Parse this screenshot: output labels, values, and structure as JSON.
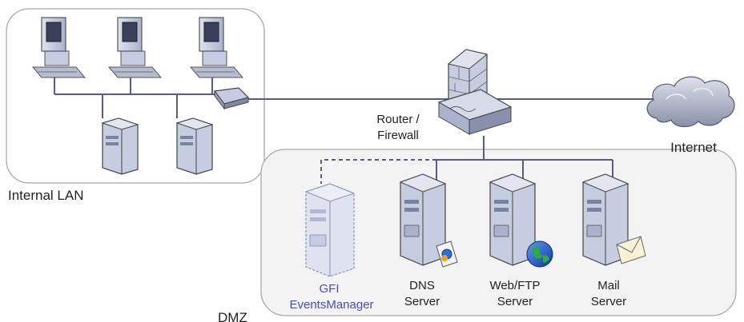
{
  "zones": {
    "internal_lan": {
      "label": "Internal LAN"
    },
    "dmz": {
      "label": "DMZ"
    }
  },
  "nodes": {
    "router_firewall": {
      "label_line1": "Router /",
      "label_line2": "Firewall"
    },
    "internet": {
      "label": "Internet"
    },
    "gfi": {
      "label_line1": "GFI",
      "label_line2": "EventsManager"
    },
    "dns": {
      "label_line1": "DNS",
      "label_line2": "Server",
      "badge": "dns-icon"
    },
    "web": {
      "label_line1": "Web/FTP",
      "label_line2": "Server",
      "badge": "globe-icon"
    },
    "mail": {
      "label_line1": "Mail",
      "label_line2": "Server",
      "badge": "envelope-icon"
    }
  },
  "colors": {
    "line": "#5a5a8a",
    "zone_border": "#a8a8a8",
    "device_fill": "#c7cde0",
    "gfi_label": "#4a4ab8",
    "text": "#222222"
  }
}
